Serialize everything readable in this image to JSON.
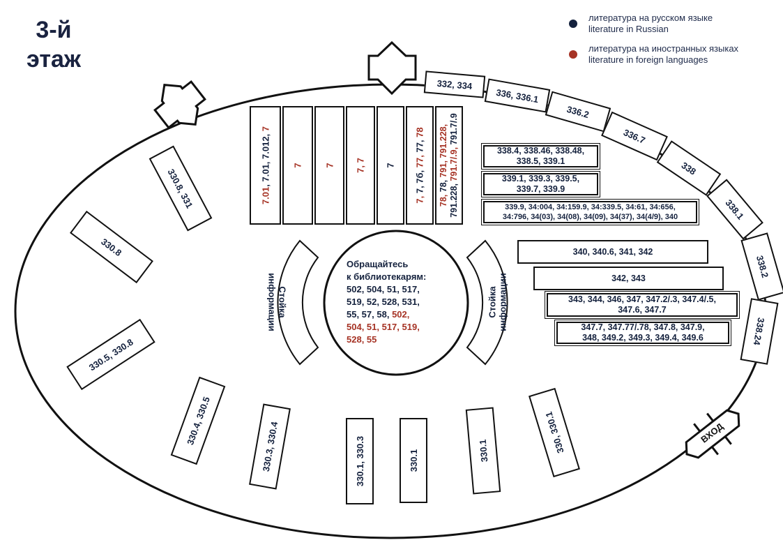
{
  "floor": {
    "line1": "3-й",
    "line2": "этаж"
  },
  "legend": [
    {
      "color": "#14213d",
      "ru": "литература на русском языке",
      "en": "literature in Russian"
    },
    {
      "color": "#a63325",
      "ru": "литература на иностранных языках",
      "en": "literature in foreign languages"
    }
  ],
  "colors": {
    "navy": "#14213d",
    "red": "#a63325"
  },
  "outer_racks": [
    {
      "label": "330.8, 331"
    },
    {
      "label": "330.8"
    },
    {
      "label": "330.5, 330.8"
    },
    {
      "label": "330.4, 330.5"
    },
    {
      "label": "330.3, 330.4"
    },
    {
      "label": "330.1, 330.3"
    },
    {
      "label": "330.1"
    },
    {
      "label": "330.1"
    },
    {
      "label": "330, 330.1"
    }
  ],
  "perimeter_racks": [
    {
      "label": "332, 334"
    },
    {
      "label": "336, 336.1"
    },
    {
      "label": "336.2"
    },
    {
      "label": "336.7"
    },
    {
      "label": "338"
    },
    {
      "label": "338.1"
    },
    {
      "label": "338.2"
    },
    {
      "label": "338.24"
    }
  ],
  "shelves": [
    {
      "parts": [
        {
          "t": "7.01",
          "c": "red"
        },
        {
          "t": ", 7.01, 7.012, ",
          "c": "navy"
        },
        {
          "t": "7",
          "c": "red"
        }
      ]
    },
    {
      "parts": [
        {
          "t": "7",
          "c": "red"
        }
      ]
    },
    {
      "parts": [
        {
          "t": "7",
          "c": "red"
        }
      ]
    },
    {
      "parts": [
        {
          "t": "7, 7",
          "c": "red"
        }
      ]
    },
    {
      "parts": [
        {
          "t": "7",
          "c": "navy"
        }
      ]
    },
    {
      "parts": [
        {
          "t": "7, ",
          "c": "red"
        },
        {
          "t": "7, 7б, ",
          "c": "navy"
        },
        {
          "t": "77, ",
          "c": "red"
        },
        {
          "t": "77, ",
          "c": "navy"
        },
        {
          "t": "78",
          "c": "red"
        }
      ]
    },
    {
      "line1": [
        {
          "t": "78, ",
          "c": "red"
        },
        {
          "t": "78, ",
          "c": "navy"
        },
        {
          "t": "791, 791.228,",
          "c": "red"
        }
      ],
      "line2": [
        {
          "t": "791.228, ",
          "c": "navy"
        },
        {
          "t": "791.7/.9, ",
          "c": "red"
        },
        {
          "t": "791.7/.9",
          "c": "navy"
        }
      ]
    }
  ],
  "right_boxes": [
    {
      "lines": [
        "338.4, 338.46, 338.48,",
        "338.5, 339.1"
      ]
    },
    {
      "lines": [
        "339.1, 339.3, 339.5,",
        "339.7, 339.9"
      ]
    },
    {
      "lines": [
        "339.9, 34:004, 34:159.9, 34:339.5, 34:61, 34:656,",
        "34:796, 34(03), 34(08), 34(09), 34(37), 34(4/9), 340"
      ]
    },
    {
      "lines": [
        "340, 340.6, 341, 342"
      ]
    },
    {
      "lines": [
        "342, 343"
      ]
    },
    {
      "lines": [
        "343, 344, 346, 347, 347.2/.3, 347.4/.5,",
        "347.6, 347.7"
      ]
    },
    {
      "lines": [
        "347.7, 347.77/.78, 347.8, 347.9,",
        "348, 349.2, 349.3, 349.4, 349.6"
      ]
    }
  ],
  "info_desk": {
    "line1": "Стойка",
    "line2": "информации"
  },
  "librarians": {
    "lines": [
      [
        {
          "t": "Обращайтесь",
          "c": "navy"
        }
      ],
      [
        {
          "t": "к библиотекарям:",
          "c": "navy"
        }
      ],
      [
        {
          "t": "502, 504, 51, 517,",
          "c": "navy"
        }
      ],
      [
        {
          "t": "519, 52, 528, 531,",
          "c": "navy"
        }
      ],
      [
        {
          "t": "55, 57, 58, ",
          "c": "navy"
        },
        {
          "t": "502,",
          "c": "red"
        }
      ],
      [
        {
          "t": "504, 51, 517, 519,",
          "c": "red"
        }
      ],
      [
        {
          "t": "528, 55",
          "c": "red"
        }
      ]
    ]
  },
  "entrance": {
    "label": "ВХОД"
  }
}
